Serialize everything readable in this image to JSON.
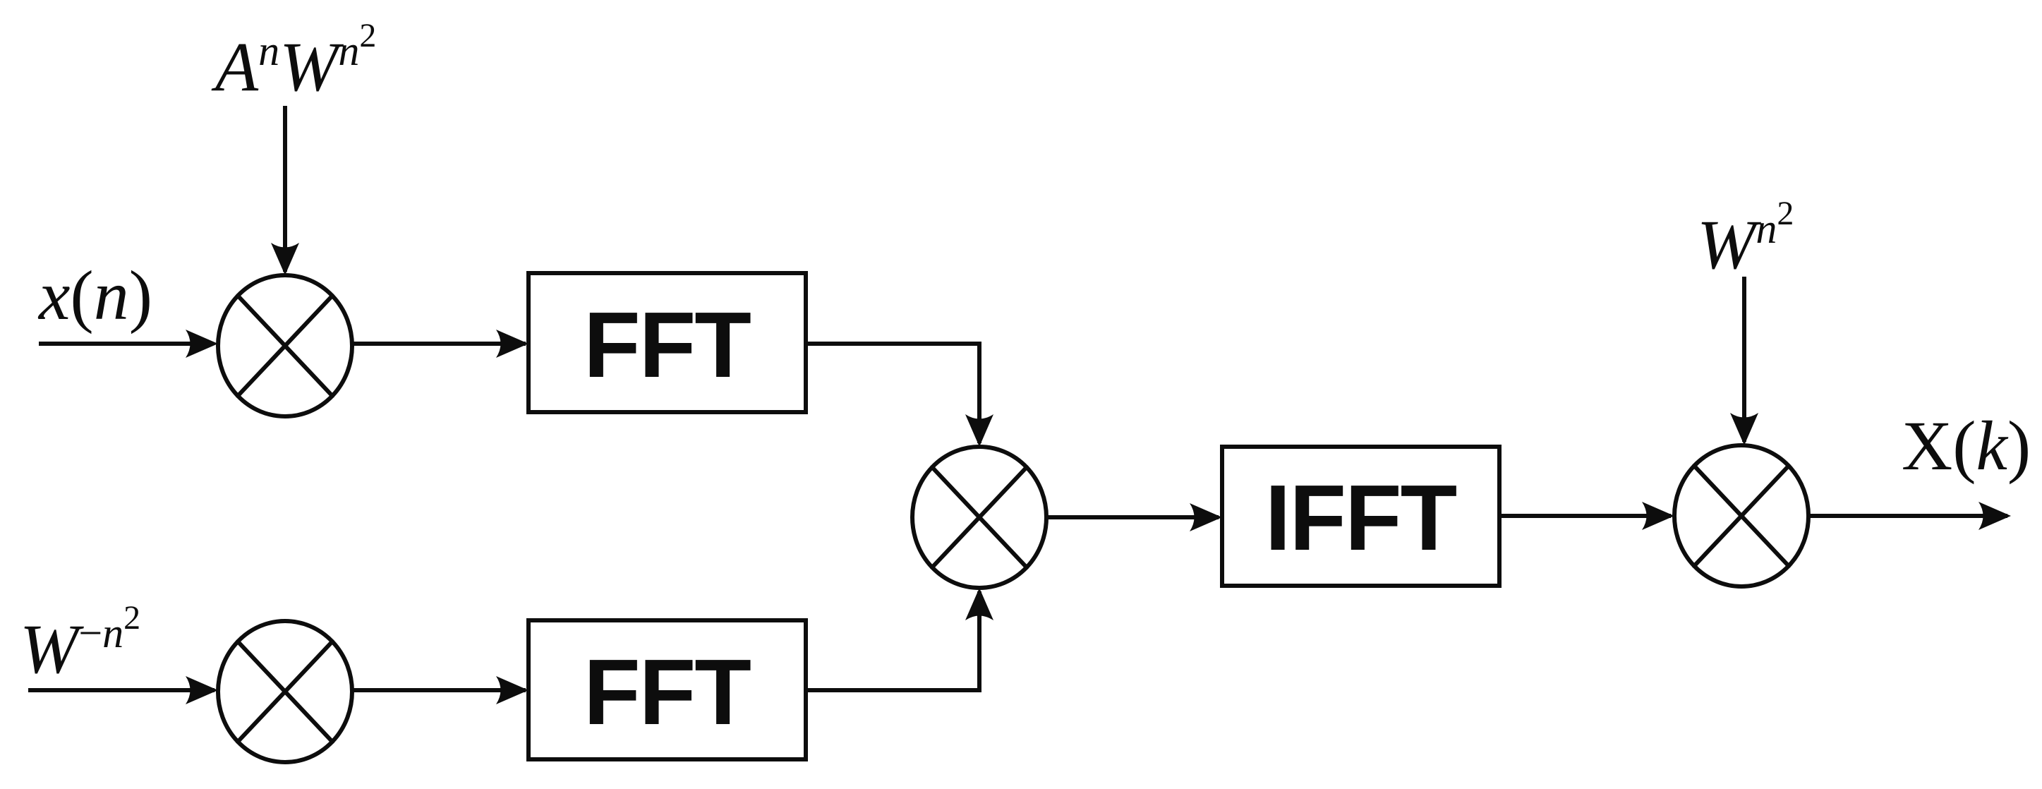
{
  "colors": {
    "background": "#ffffff",
    "ink": "#0d0d0d"
  },
  "blocks": {
    "fft_top": "FFT",
    "fft_bottom": "FFT",
    "ifft": "IFFT"
  },
  "labels": {
    "input_signal": {
      "var": "x",
      "lparen": "(",
      "arg": "n",
      "rparen": ")"
    },
    "output_signal": {
      "var": "X",
      "lparen": "(",
      "arg": "k",
      "rparen": ")"
    },
    "premultiply_coefficient": {
      "base1": "A",
      "exp1": "n",
      "base2": "W",
      "exp2": "n",
      "exp2_power": "2"
    },
    "chirp_filter_coefficient": {
      "base": "W",
      "exp_sign": "−",
      "exp": "n",
      "exp_power": "2"
    },
    "postmultiply_coefficient": {
      "base": "W",
      "exp": "n",
      "exp_power": "2"
    }
  }
}
